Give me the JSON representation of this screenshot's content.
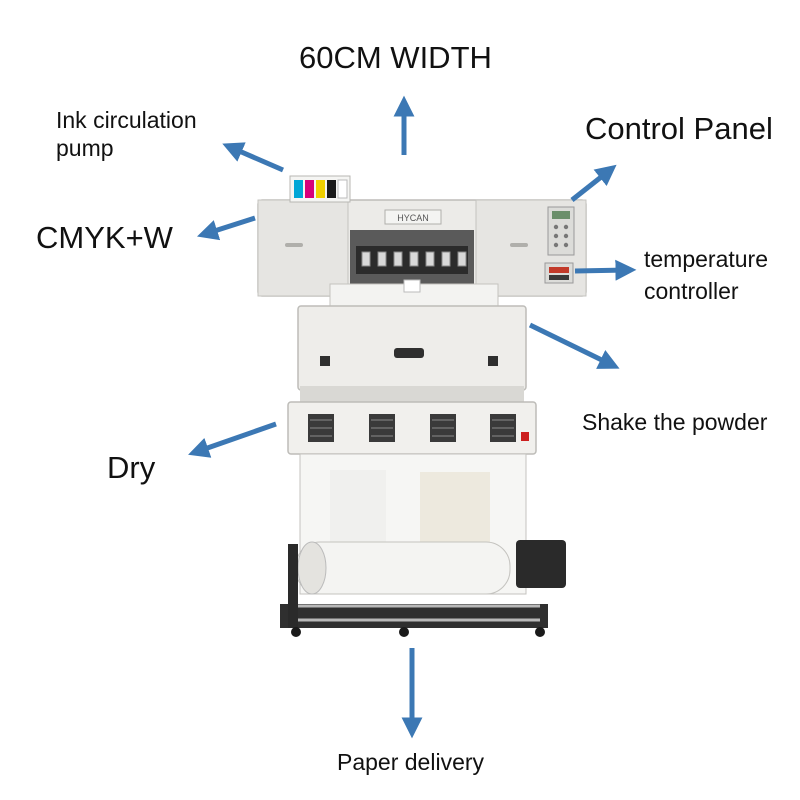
{
  "labels": {
    "width": "60CM WIDTH",
    "ink_pump": "Ink circulation pump",
    "control_panel": "Control Panel",
    "cmyk": "CMYK+W",
    "temperature": "temperature controller",
    "shake": "Shake the powder",
    "dry": "Dry",
    "paper": "Paper delivery"
  },
  "machine": {
    "brand": "HYCAN"
  },
  "colors": {
    "arrow": "#3c78b4",
    "machine_body": "#ecebe8",
    "machine_shadow": "#c9c8c4",
    "ink_cyan": "#00a6d6",
    "ink_magenta": "#d6007a",
    "ink_yellow": "#f0d000",
    "ink_black": "#1a1a1a",
    "ink_white": "#ffffff",
    "power_switch": "#cc1f1f"
  }
}
